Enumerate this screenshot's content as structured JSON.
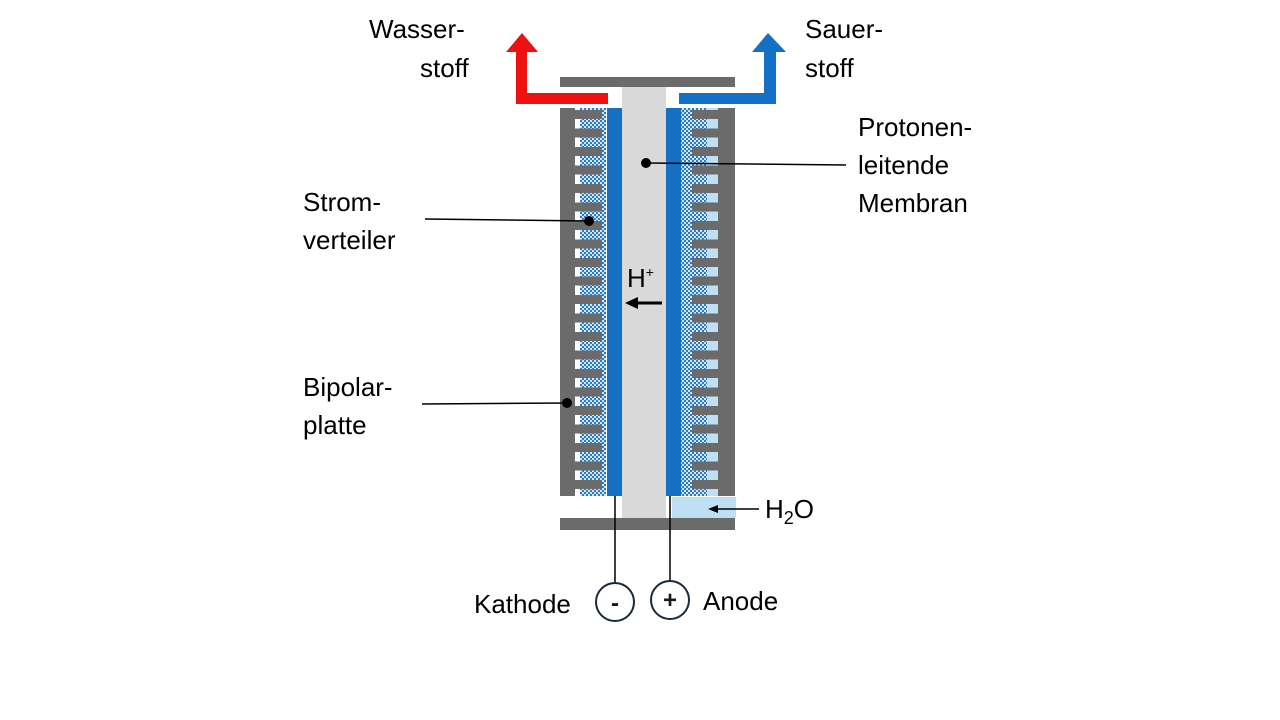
{
  "labels": {
    "hydrogen_line1": "Wasser-",
    "hydrogen_line2": "stoff",
    "oxygen_line1": "Sauer-",
    "oxygen_line2": "stoff",
    "membrane_line1": "Protonen-",
    "membrane_line2": "leitende",
    "membrane_line3": "Membran",
    "distributor_line1": "Strom-",
    "distributor_line2": "verteiler",
    "bipolar_line1": "Bipolar-",
    "bipolar_line2": "platte",
    "proton_base": "H",
    "proton_charge": "+",
    "water_h": "H",
    "water_sub": "2",
    "water_o": "O",
    "cathode": "Kathode",
    "cathode_sign": "-",
    "anode": "Anode",
    "anode_sign": "+"
  },
  "colors": {
    "hydrogen_arrow": "#ee1111",
    "oxygen_arrow": "#1470c4",
    "plate": "#6b6b6b",
    "electrode": "#1670c2",
    "membrane": "#d9d9d9",
    "water": "#bfe0f4",
    "mesh": "#2a7ac8"
  },
  "icons": {
    "hydrogen_outlet": "arrow-up-red-icon",
    "oxygen_outlet": "arrow-up-blue-icon",
    "proton_flow": "arrow-left-icon",
    "water_inlet": "arrow-left-icon"
  }
}
